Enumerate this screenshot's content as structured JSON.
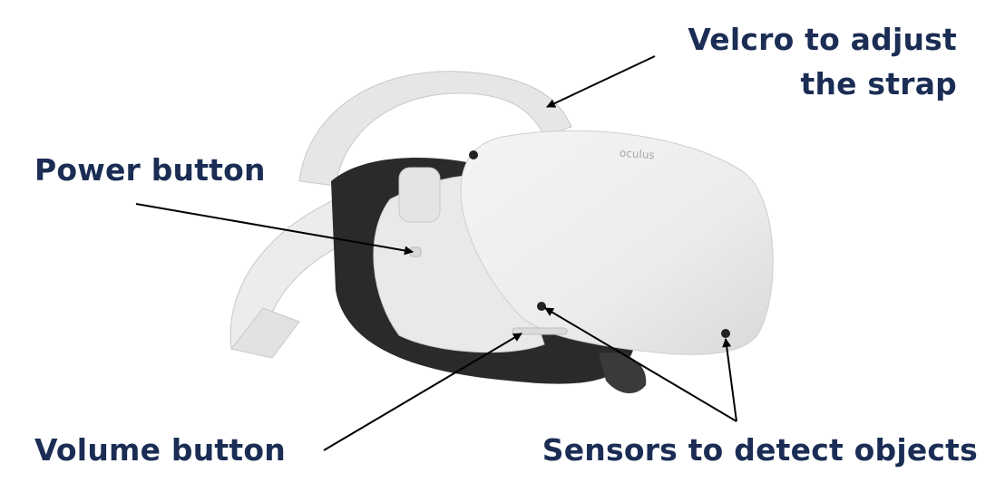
{
  "labels": {
    "velcro_line1": "Velcro to adjust",
    "velcro_line2": "the strap",
    "power": "Power button",
    "volume": "Volume button",
    "sensors": "Sensors to detect objects"
  },
  "device": {
    "logo": "oculus"
  },
  "colors": {
    "label_text": "#1b2d54",
    "arrow": "#000000"
  }
}
